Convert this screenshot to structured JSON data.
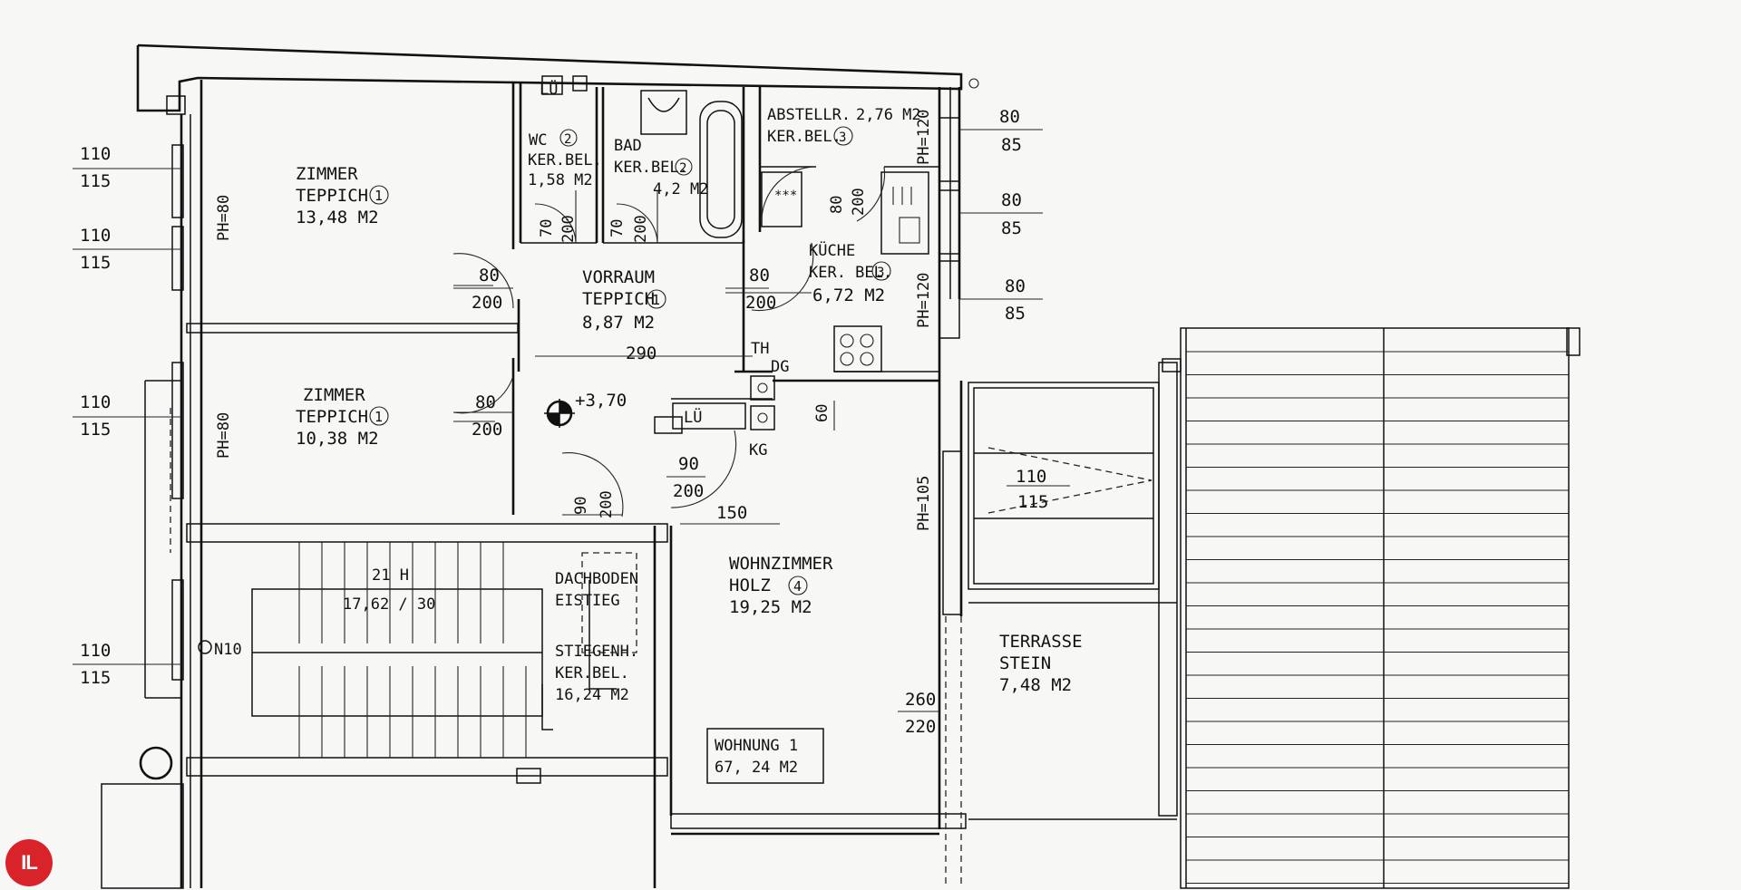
{
  "rooms": {
    "zimmer1": {
      "name": "ZIMMER",
      "floor": "TEPPICH",
      "num": "1",
      "area": "13,48  M2"
    },
    "zimmer2": {
      "name": "ZIMMER",
      "floor": "TEPPICH",
      "num": "1",
      "area": "10,38  M2"
    },
    "wc": {
      "name": "WC",
      "num": "2",
      "floor": "KER.BEL.",
      "area": "1,58 M2"
    },
    "bad": {
      "name": "BAD",
      "floor": "KER.BEL.",
      "num": "2",
      "area": "4,2 M2"
    },
    "abstellr": {
      "name": "ABSTELLR.",
      "area": "2,76 M2",
      "floor": "KER.BEL.",
      "num": "3"
    },
    "vorraum": {
      "name": "VORRAUM",
      "floor": "TEPPICH",
      "num": "1",
      "area": "8,87  M2"
    },
    "kueche": {
      "name": "KÜCHE",
      "floor": "KER. BEL.",
      "num": "3",
      "area": "6,72 M2"
    },
    "wohnzimmer": {
      "name": "WOHNZIMMER",
      "floor": "HOLZ",
      "num": "4",
      "area": "19,25  M2"
    },
    "terrasse": {
      "name": "TERRASSE",
      "floor": "STEIN",
      "area": "7,48  M2"
    },
    "stiegenhaus": {
      "name": "STIEGENH.",
      "floor": "KER.BEL.",
      "area": "16,24 M2"
    },
    "dachboden": {
      "line1": "DACHBODEN",
      "line2": "EISTIEG"
    },
    "treppe": {
      "line1": "21  H",
      "line2": "17,62 / 30"
    }
  },
  "apartment": {
    "name": "WOHNUNG  1",
    "area": "67, 24      M2"
  },
  "dims": {
    "w1_top": "110",
    "w1_bot": "115",
    "w2_top": "110",
    "w2_bot": "115",
    "w3_top": "110",
    "w3_bot": "115",
    "w4_top": "110",
    "w4_bot": "115",
    "r1_top": "80",
    "r1_bot": "85",
    "r2_top": "80",
    "r2_bot": "85",
    "r3_top": "80",
    "r3_bot": "85",
    "terr_top": "110",
    "terr_bot": "115",
    "door_top": "260",
    "door_bot": "220",
    "d_z1_top": "80",
    "d_z1_bot": "200",
    "d_z2_top": "80",
    "d_z2_bot": "200",
    "d_ku_top": "80",
    "d_ku_bot": "200",
    "d_wz_top": "90",
    "d_wz_bot": "200",
    "d_wc_a": "70",
    "d_wc_b": "200",
    "d_bad_a": "70",
    "d_bad_b": "200",
    "d_ab_a": "80",
    "d_ab_b": "200",
    "d_ent_a": "90",
    "d_ent_b": "200",
    "w290": "290",
    "w150": "150",
    "w60": "60",
    "ph_80a": "PH=80",
    "ph_80b": "PH=80",
    "ph_120a": "PH=120",
    "ph_120b": "PH=120",
    "ph_105": "PH=105"
  },
  "misc": {
    "elev": "+3,70",
    "kg": "KG",
    "th": "TH",
    "dg": "DG",
    "lue": "LÜ",
    "lue2": "LÜ",
    "n10": "N10"
  },
  "logo": {
    "text": "IL",
    "color": "#d8232a"
  }
}
